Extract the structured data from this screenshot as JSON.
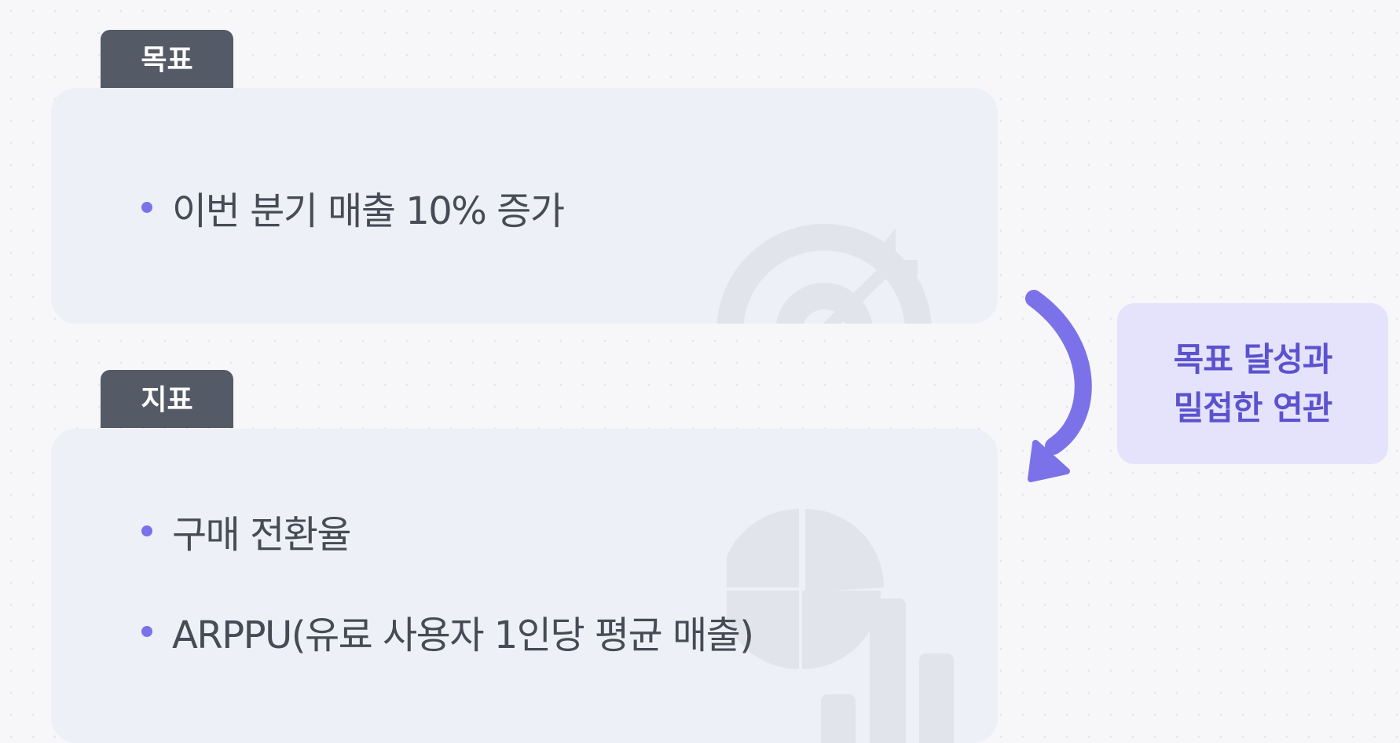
{
  "sections": {
    "goal": {
      "tag": "목표",
      "items": [
        "이번 분기 매출 10% 증가"
      ]
    },
    "metric": {
      "tag": "지표",
      "items": [
        "구매 전환율",
        "ARPPU(유료 사용자 1인당 평균 매출)"
      ]
    }
  },
  "relation": {
    "line1": "목표 달성과",
    "line2": "밀접한 연관"
  },
  "icons": {
    "goal_illustration": "target-arrow-icon",
    "metric_illustration": "pie-bar-chart-icon",
    "connector": "curved-arrow-icon"
  },
  "colors": {
    "accent": "#7b72e9",
    "tag_bg": "#555b66",
    "card_bg": "#edf0f6",
    "relation_bg": "#e5e3fb",
    "relation_text": "#5b52cf",
    "text": "#474b55"
  }
}
